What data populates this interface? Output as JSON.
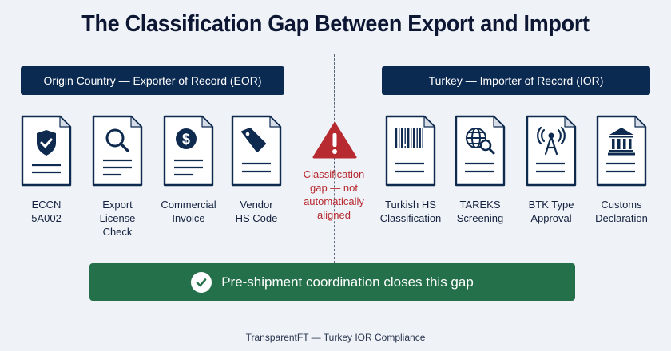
{
  "title": "The Classification Gap Between Export and Import",
  "colors": {
    "navy": "#0b2a52",
    "icon": "#0e2a4f",
    "warning_red": "#b72a30",
    "success_green": "#24704a",
    "background": "#eff2f6"
  },
  "left_section": {
    "header": "Origin Country — Exporter of Record (EOR)",
    "items": [
      {
        "icon": "shield-check-icon",
        "label_line1": "ECCN",
        "label_line2": "5A002",
        "label_line3": ""
      },
      {
        "icon": "magnifier-icon",
        "label_line1": "Export",
        "label_line2": "License",
        "label_line3": "Check"
      },
      {
        "icon": "dollar-icon",
        "label_line1": "Commercial",
        "label_line2": "Invoice",
        "label_line3": ""
      },
      {
        "icon": "price-tag-icon",
        "label_line1": "Vendor",
        "label_line2": "HS Code",
        "label_line3": ""
      }
    ]
  },
  "right_section": {
    "header": "Turkey — Importer of Record (IOR)",
    "items": [
      {
        "icon": "barcode-icon",
        "label_line1": "Turkish HS",
        "label_line2": "Classification",
        "label_line3": ""
      },
      {
        "icon": "globe-search-icon",
        "label_line1": "TAREKS",
        "label_line2": "Screening",
        "label_line3": ""
      },
      {
        "icon": "antenna-icon",
        "label_line1": "BTK Type",
        "label_line2": "Approval",
        "label_line3": ""
      },
      {
        "icon": "government-building-icon",
        "label_line1": "Customs",
        "label_line2": "Declaration",
        "label_line3": ""
      }
    ]
  },
  "gap": {
    "icon": "warning-triangle-icon",
    "line1": "Classification",
    "line2": "gap — not",
    "line3": "automatically",
    "line4": "aligned"
  },
  "banner": {
    "icon": "check-circle-icon",
    "text": "Pre-shipment coordination closes this gap"
  },
  "footer": "TransparentFT — Turkey IOR Compliance"
}
